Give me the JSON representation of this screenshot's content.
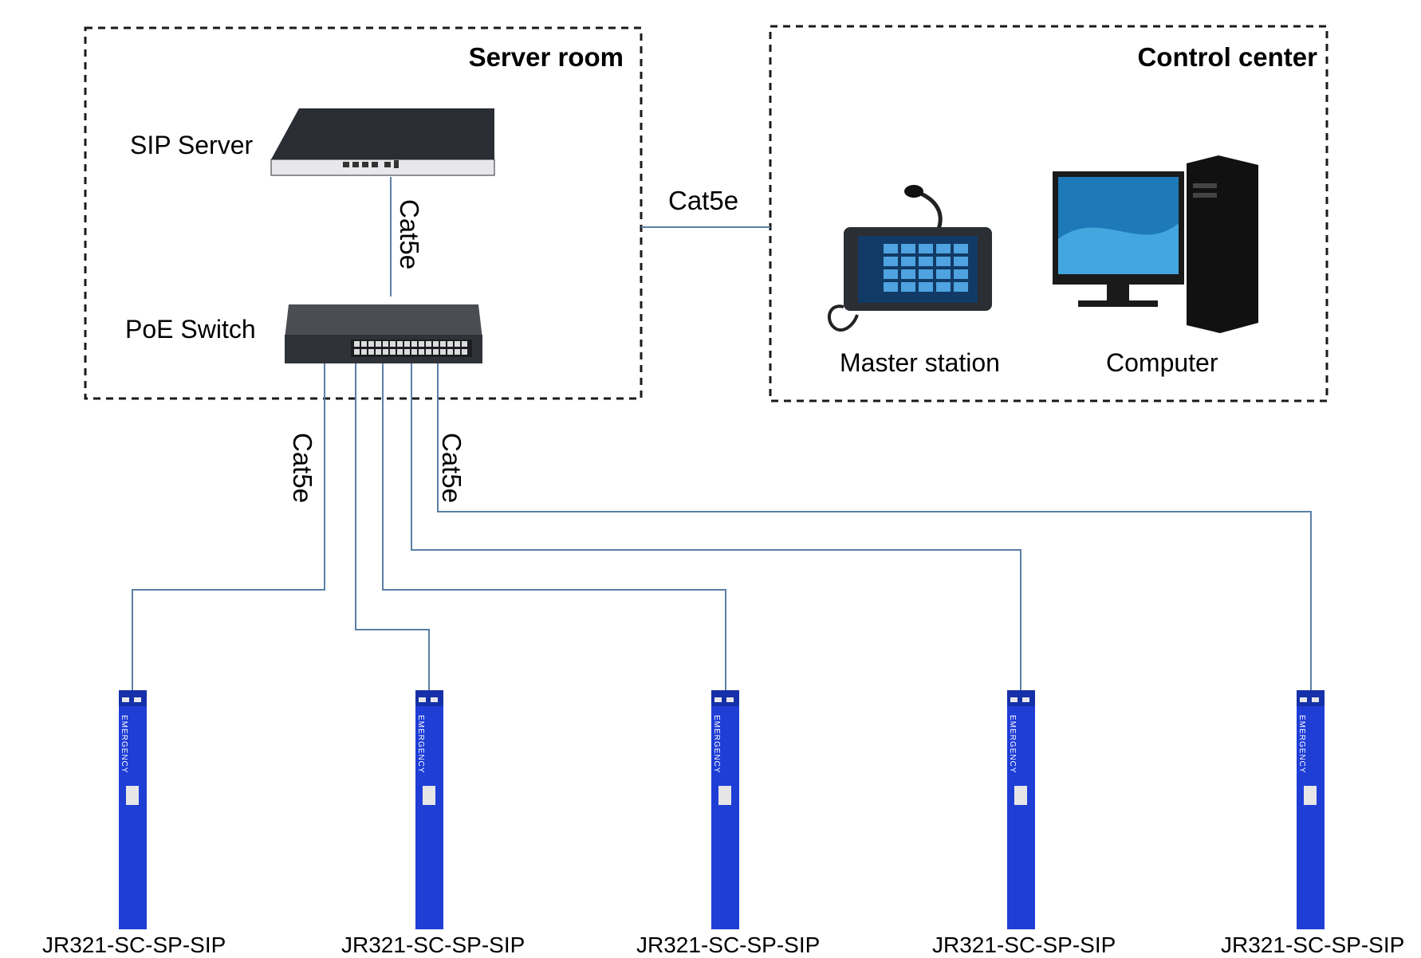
{
  "colors": {
    "line": "#5a7fa6",
    "dash": "#1a1a1a",
    "post_blue": "#1f3ed6",
    "post_dark": "#1530a8",
    "server_body": "#2a2d33",
    "server_front": "#e8e8ea",
    "switch_body": "#3a3d42"
  },
  "regions": {
    "server_room": {
      "title": "Server room"
    },
    "control_center": {
      "title": "Control center"
    }
  },
  "devices": {
    "sip_server": {
      "label": "SIP Server",
      "icon": "server-icon"
    },
    "poe_switch": {
      "label": "PoE Switch",
      "icon": "switch-icon"
    },
    "master_station": {
      "label": "Master station",
      "icon": "master-station-icon"
    },
    "computer": {
      "label": "Computer",
      "icon": "computer-icon"
    }
  },
  "cables": {
    "server_to_switch": "Cat5e",
    "server_room_to_control": "Cat5e",
    "switch_down_left": "Cat5e",
    "switch_down_right": "Cat5e"
  },
  "posts": {
    "panel_text": "EMERGENCY",
    "items": [
      {
        "label": "JR321-SC-SP-SIP"
      },
      {
        "label": "JR321-SC-SP-SIP"
      },
      {
        "label": "JR321-SC-SP-SIP"
      },
      {
        "label": "JR321-SC-SP-SIP"
      },
      {
        "label": "JR321-SC-SP-SIP"
      }
    ]
  }
}
